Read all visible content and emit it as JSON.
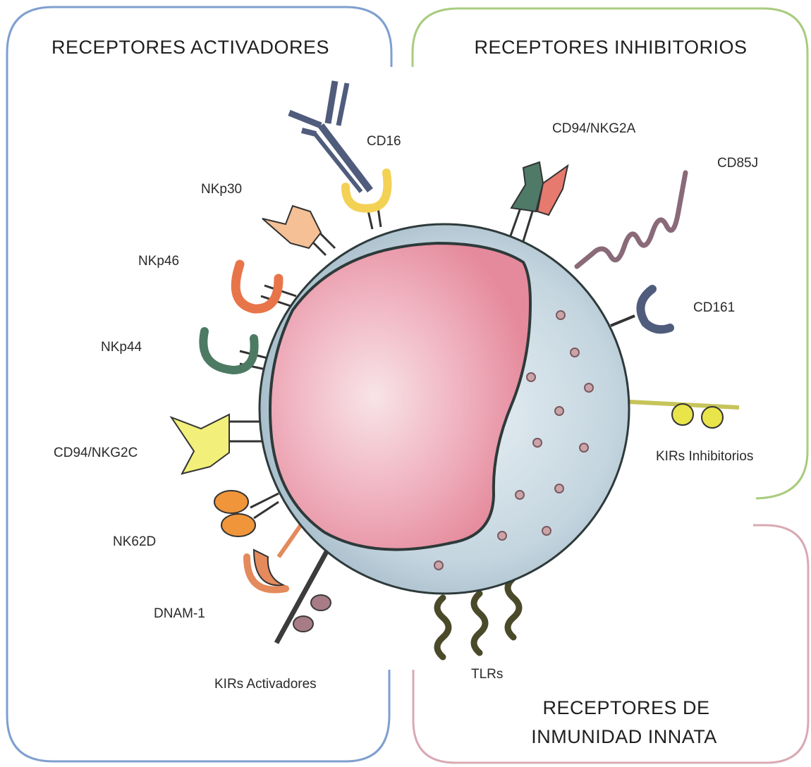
{
  "groups": {
    "activating": {
      "title": "RECEPTORES  ACTIVADORES",
      "color": "#7f9fcf"
    },
    "inhibitory": {
      "title": "RECEPTORES  INHIBITORIOS",
      "color": "#a9cc7f"
    },
    "innate": {
      "title_line1": "RECEPTORES  DE",
      "title_line2": "INMUNIDAD  INNATA",
      "color": "#d9a9b4"
    }
  },
  "receptors": {
    "cd16": "CD16",
    "nkp30": "NKp30",
    "nkp46": "NKp46",
    "nkp44": "NKp44",
    "cd94_nkg2c": "CD94/NKG2C",
    "nk62d": "NK62D",
    "dnam1": "DNAM-1",
    "kirs_activating": "KIRs Activadores",
    "tlrs": "TLRs",
    "cd94_nkg2a": "CD94/NKG2A",
    "cd85j": "CD85J",
    "cd161": "CD161",
    "kirs_inhibitory": "KIRs Inhibitorios"
  },
  "colors": {
    "cell_cytoplasm": "#c9d8e2",
    "nucleus": "#ea9aa8",
    "granules": "#b58a8e",
    "outline": "#2e3a3a"
  }
}
